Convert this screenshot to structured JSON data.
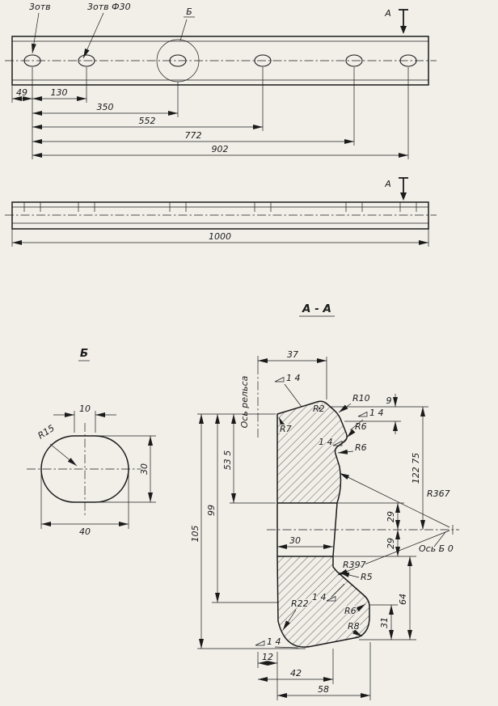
{
  "colors": {
    "paper": "#f2efe9",
    "ink": "#1b1b1b"
  },
  "top_view": {
    "label_holes_oval": "3отв",
    "label_holes_round": "3отв Ф30",
    "detail_callout": "Б",
    "section_letter": "А",
    "dim_49": "49",
    "dim_130": "130",
    "dim_350": "350",
    "dim_552": "552",
    "dim_772": "772",
    "dim_902": "902"
  },
  "side_view": {
    "dim_1000": "1000",
    "section_letter": "А"
  },
  "detail_b": {
    "title": "Б",
    "dim_10": "10",
    "dim_30": "30",
    "dim_40": "40",
    "r15": "R15"
  },
  "section_aa": {
    "title": "А - А",
    "axis_rail": "Ось рельса",
    "axis_bolt": "Ось Б 0",
    "dim_37": "37",
    "dim_9": "9",
    "dim_122_75": "122 75",
    "dim_29_upper": "29",
    "dim_29_lower": "29",
    "dim_64": "64",
    "dim_31": "31",
    "dim_105": "105",
    "dim_99": "99",
    "dim_53_5": "53 5",
    "dim_30": "30",
    "dim_12": "12",
    "dim_42": "42",
    "dim_58": "58",
    "r2": "R2",
    "r10": "R10",
    "r6_top": "R6",
    "r6_mid": "R6",
    "r7": "R7",
    "r367": "R367",
    "r397": "R397",
    "r5": "R5",
    "r22": "R22",
    "r6_foot": "R6",
    "r8": "R8",
    "slope": "1 4"
  }
}
